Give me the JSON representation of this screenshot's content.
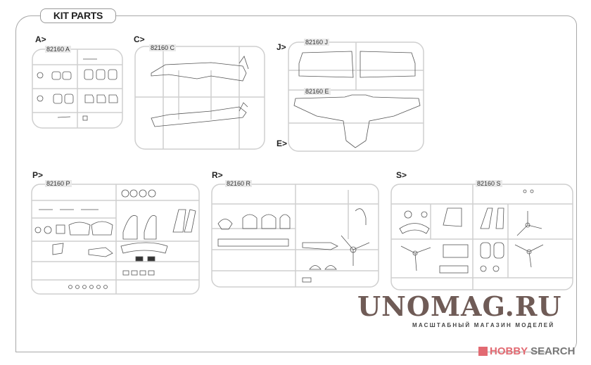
{
  "title": "KIT PARTS",
  "sprues": [
    {
      "letter": "A>",
      "code": "82160 A"
    },
    {
      "letter": "C>",
      "code": "82160 C"
    },
    {
      "letter": "J>",
      "code": "82160 J"
    },
    {
      "letter": "E>",
      "code": "82160 E"
    },
    {
      "letter": "P>",
      "code": "82160 P"
    },
    {
      "letter": "R>",
      "code": "82160 R"
    },
    {
      "letter": "S>",
      "code": "82160 S"
    }
  ],
  "watermark": {
    "main": "UNOMAG.RU",
    "sub": "МАСШТАБНЫЙ МАГАЗИН МОДЕЛЕЙ"
  },
  "hobbysearch": {
    "hobby": "HOBBY",
    "search": " SEARCH"
  }
}
